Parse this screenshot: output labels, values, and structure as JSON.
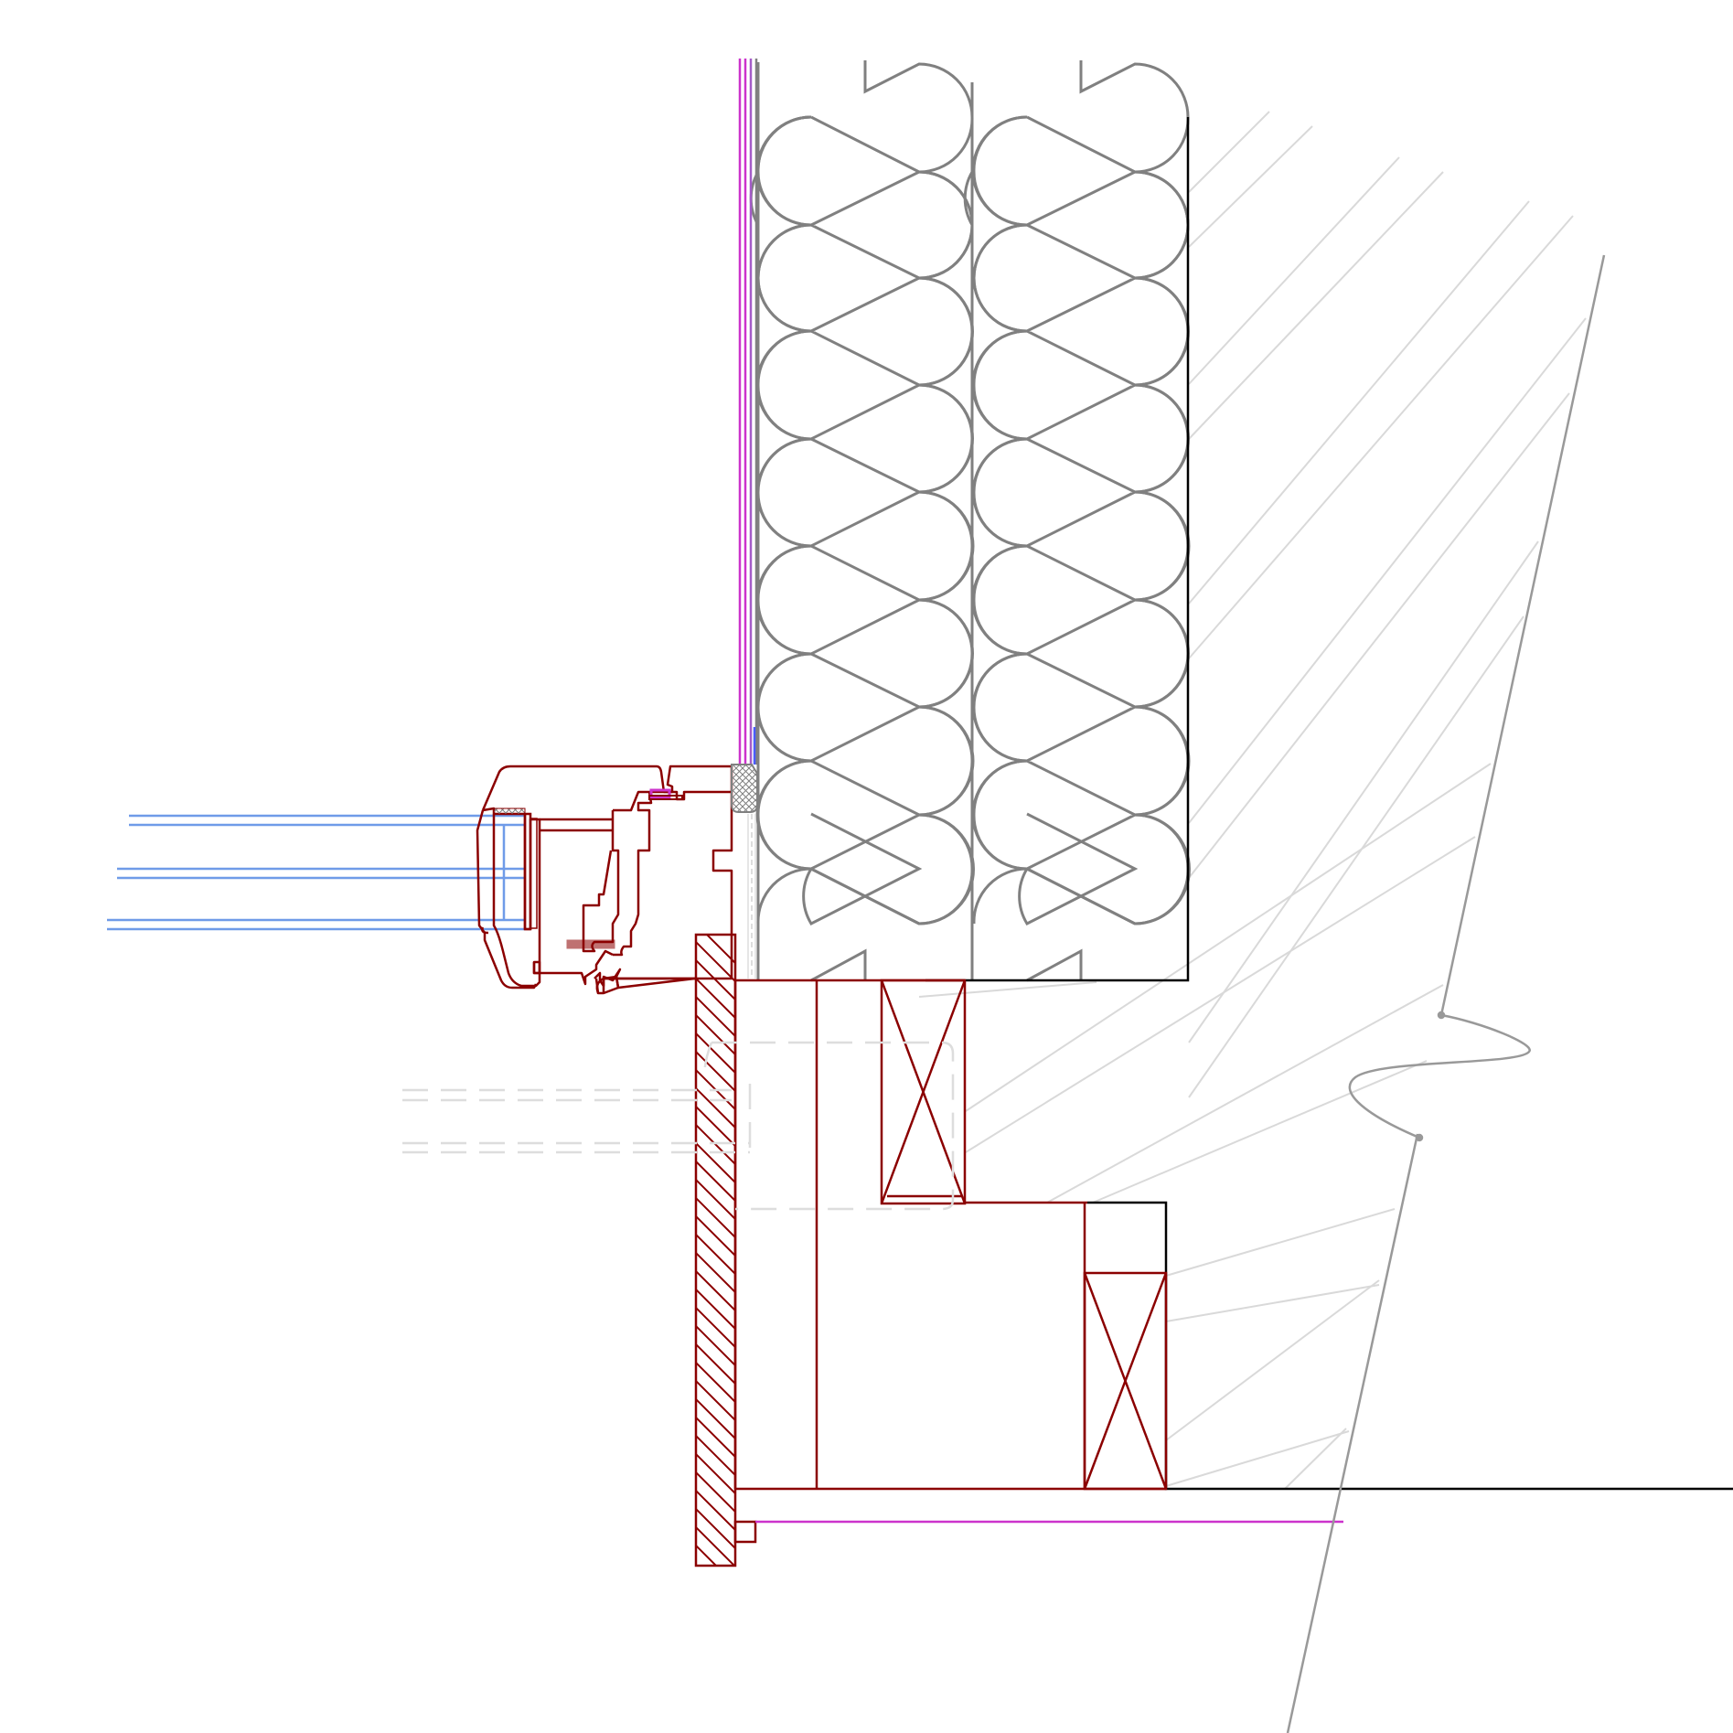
{
  "drawing": {
    "kind": "architectural-section-detail",
    "text_labels": [],
    "components": [
      "insulation-batts",
      "concrete-wall-hatch",
      "window-frame-profile",
      "triple-glazing",
      "timber-packers",
      "hatched-timber-board",
      "vapour-membrane",
      "break-line"
    ]
  },
  "colors": {
    "frame": "#8b0000",
    "insulation": "#808080",
    "glazing": "#6f9be8",
    "membrane": "#cc33cc",
    "hatch": "#d9d9d9",
    "outline": "#000000",
    "hidden": "#dddddd"
  }
}
